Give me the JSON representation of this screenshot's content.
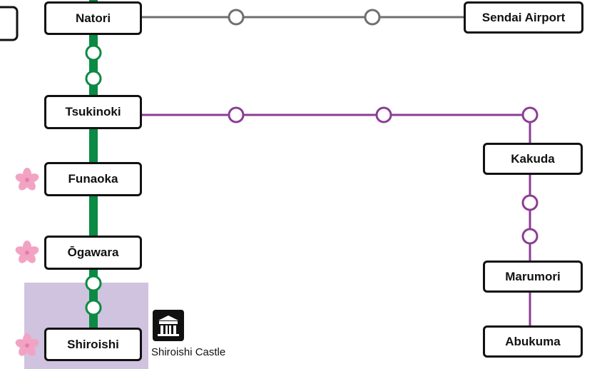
{
  "stations": {
    "natori": "Natori",
    "sendai_airport": "Sendai Airport",
    "tsukinoki": "Tsukinoki",
    "funaoka": "Funaoka",
    "ogawara": "Ōgawara",
    "shiroishi": "Shiroishi",
    "kakuda": "Kakuda",
    "marumori": "Marumori",
    "abukuma": "Abukuma"
  },
  "landmark": {
    "shiroishi_castle": "Shiroishi Castle",
    "icon": "castle-icon"
  },
  "highlight": {
    "station": "shiroishi"
  },
  "cherry_blossom_stations": [
    "funaoka",
    "ogawara",
    "shiroishi"
  ],
  "colors": {
    "main_line": "#0a8a43",
    "airport_line": "#6f6f6f",
    "abukuma_line": "#8b3d94",
    "highlight": "#cfc3df",
    "blossom": "#f2a3c4",
    "blossom_center": "#e77ca9",
    "station_border": "#111111"
  }
}
